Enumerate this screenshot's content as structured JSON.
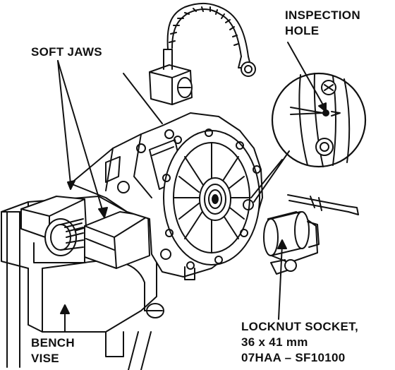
{
  "labels": {
    "soft_jaws": "SOFT JAWS",
    "inspection_hole_line1": "INSPECTION",
    "inspection_hole_line2": "HOLE",
    "bench_vise_line1": "BENCH",
    "bench_vise_line2": "VISE",
    "locknut_line1": "LOCKNUT SOCKET,",
    "locknut_line2": "36 x 41 mm",
    "locknut_line3": "07HAA – SF10100"
  },
  "colors": {
    "ink": "#111111",
    "paper": "#ffffff"
  }
}
